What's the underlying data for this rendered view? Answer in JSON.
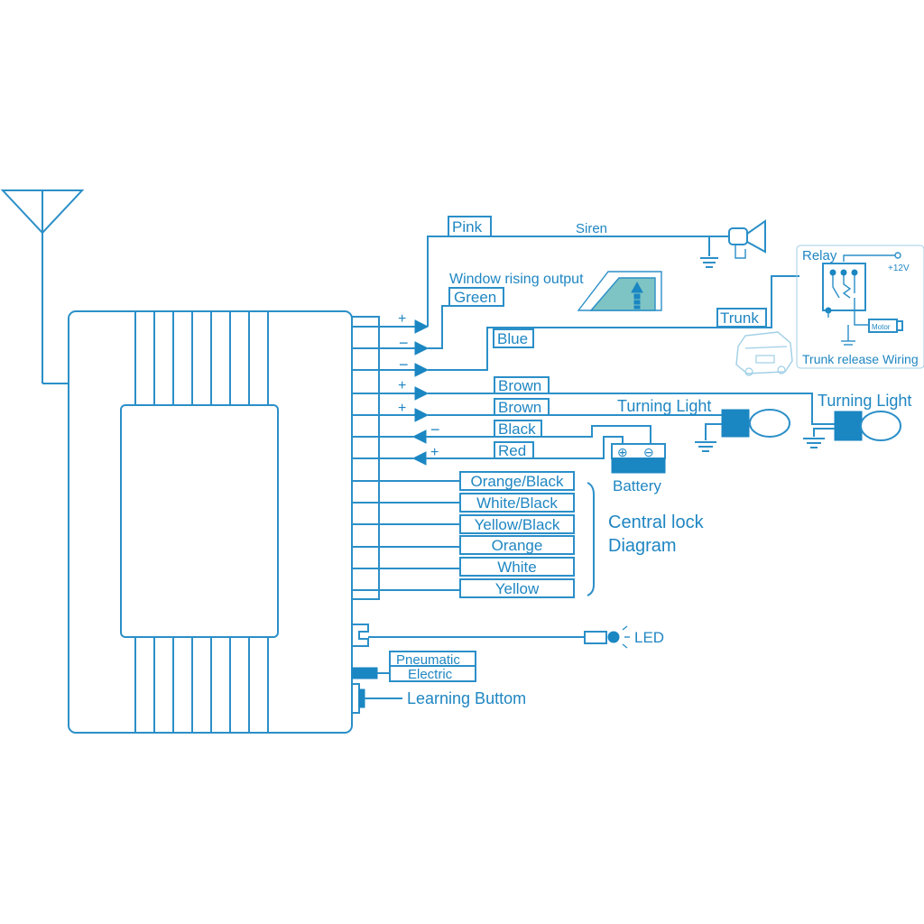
{
  "wire_labels": {
    "pink": "Pink",
    "green": "Green",
    "blue": "Blue",
    "brown1": "Brown",
    "brown2": "Brown",
    "black": "Black",
    "red": "Red"
  },
  "lock_wires": [
    "Orange/Black",
    "White/Black",
    "Yellow/Black",
    "Orange",
    "White",
    "Yellow"
  ],
  "captions": {
    "siren": "Siren",
    "window_rising": "Window rising output",
    "trunk": "Trunk",
    "relay": "Relay",
    "plus12v": "+12V",
    "motor": "Motor",
    "trunk_release": "Trunk release Wiring",
    "turning_light_1": "Turning Light",
    "turning_light_2": "Turning Light",
    "battery": "Battery",
    "central_lock_1": "Central lock",
    "central_lock_2": "Diagram",
    "led": "LED",
    "pneumatic": "Pneumatic",
    "electric": "Electric",
    "learning": "Learning Buttom"
  },
  "polarity": {
    "pink": "+",
    "green": "−",
    "blue": "−",
    "brown1": "+",
    "brown2": "+",
    "black": "−",
    "red": "+",
    "battery_pos": "⊕",
    "battery_neg": "⊖"
  },
  "colors": {
    "line": "#2b8fc8",
    "fill": "#1a86c2",
    "window_fill": "#7fc4c4"
  }
}
